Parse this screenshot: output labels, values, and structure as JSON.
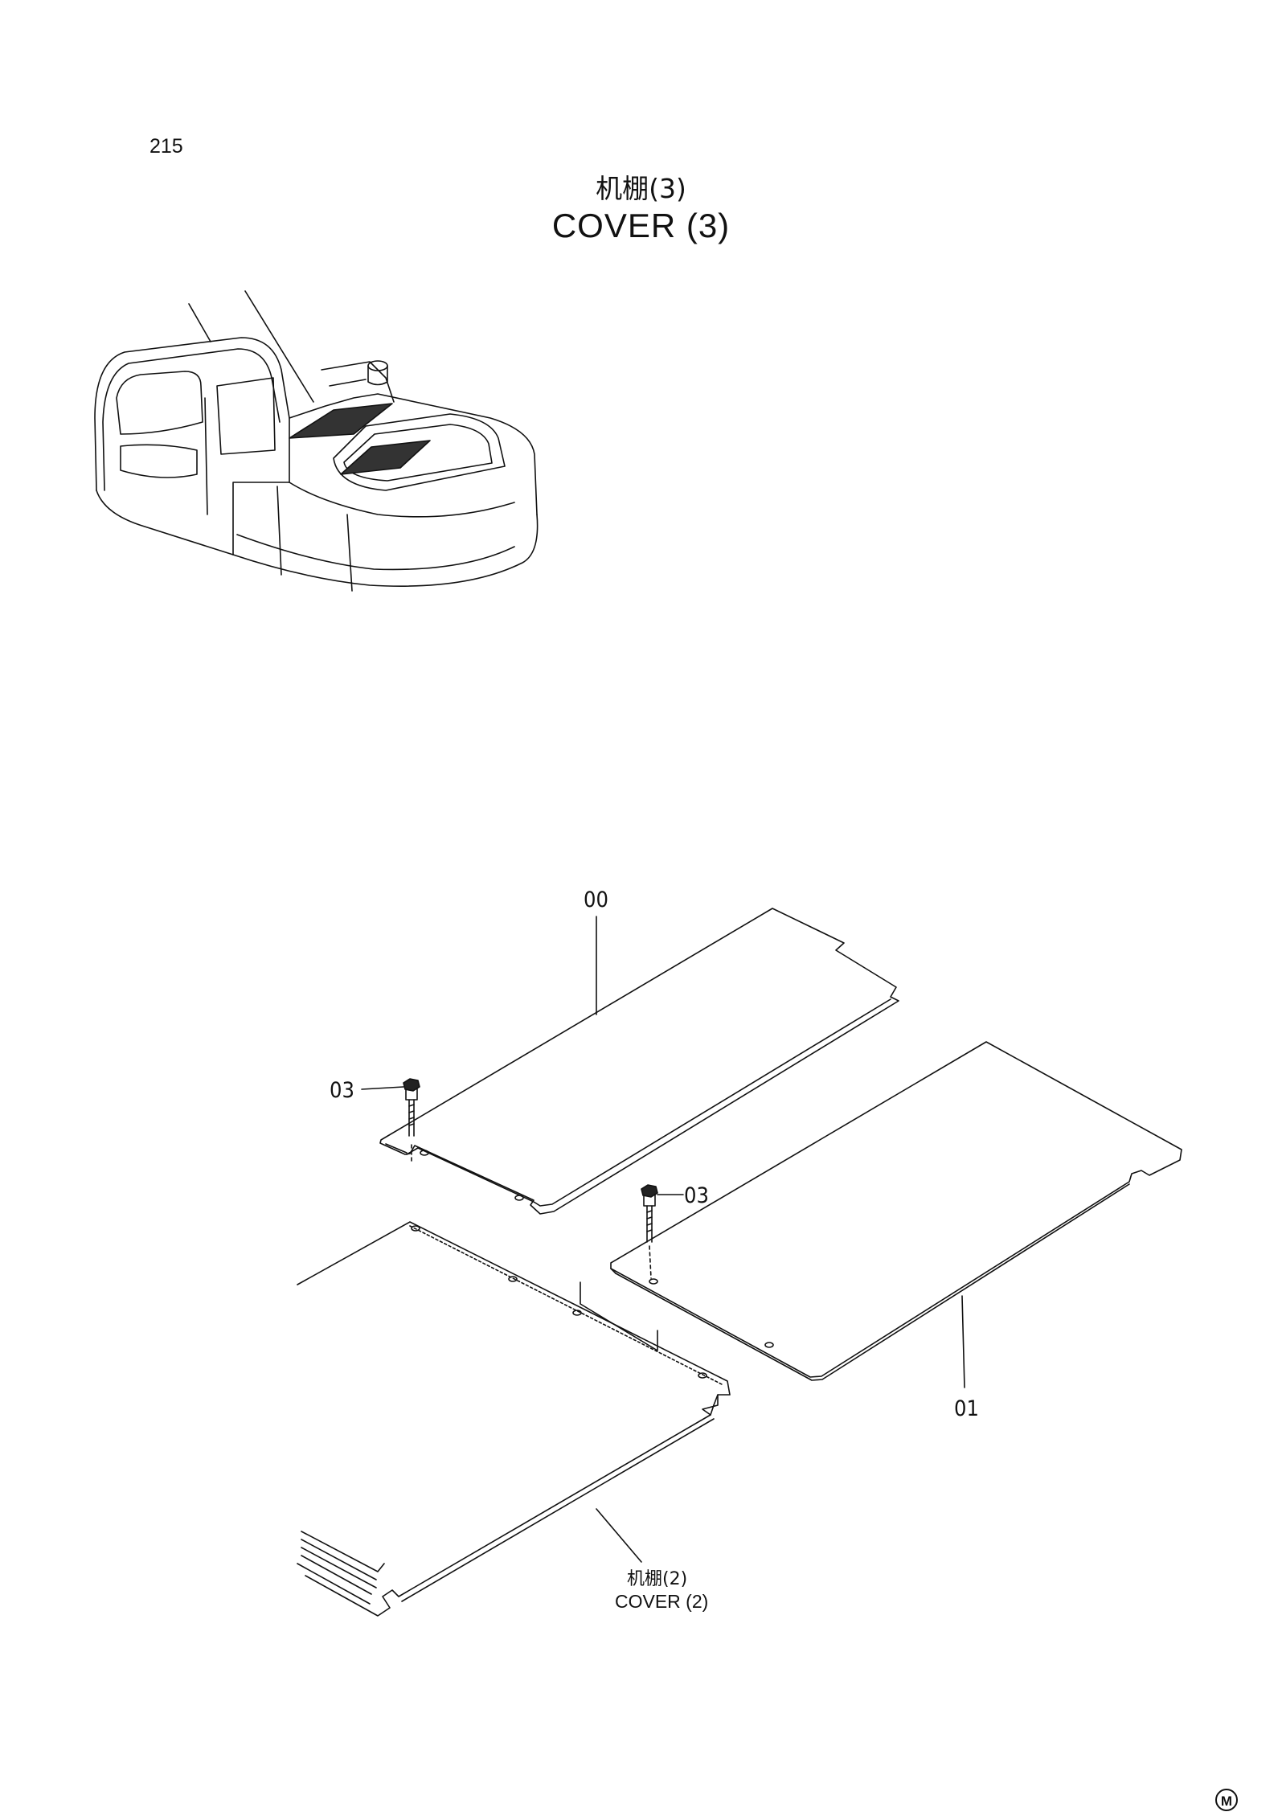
{
  "page_number": "215",
  "title": {
    "cn": "机棚(3)",
    "en": "COVER (3)"
  },
  "callouts": {
    "cover_upper": "00",
    "cover_lower": "01",
    "bolt_left": "03",
    "bolt_right": "03"
  },
  "reference": {
    "cn": "机棚(2)",
    "en": "COVER (2)"
  },
  "corner_mark": "M"
}
